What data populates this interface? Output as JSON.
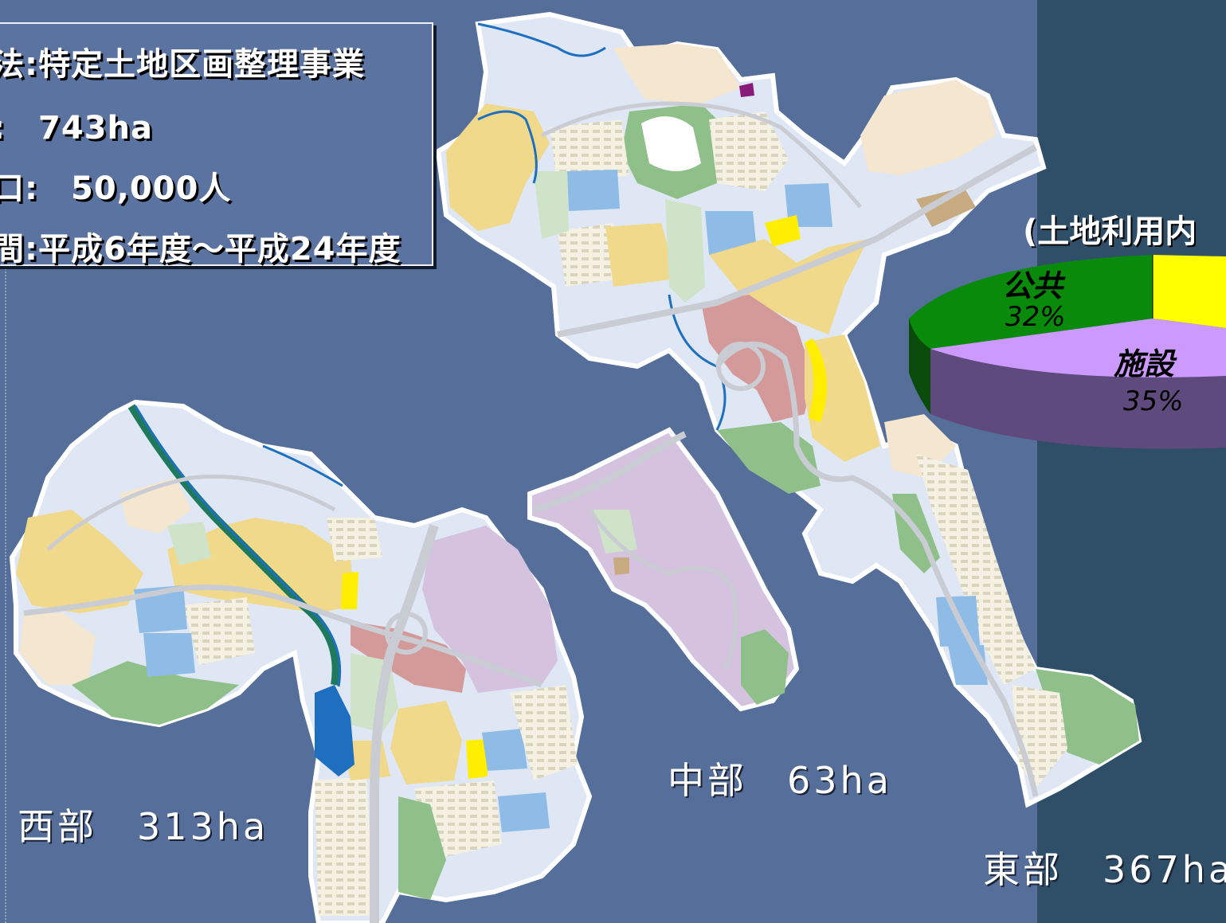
{
  "project_info": {
    "method": "法:特定土地区画整理事業",
    "area": ":　743ha",
    "population": "口:　50,000人",
    "period": "間:平成6年度～平成24年度"
  },
  "districts": {
    "west": "西部　313ha",
    "central": "中部　63ha",
    "east": "東部　367ha"
  },
  "land_use_chart": {
    "title": "(土地利用内",
    "slices": [
      {
        "label": "公共",
        "percent": "32%",
        "color": "#0a8a0a"
      },
      {
        "label": "施設",
        "percent": "35%",
        "color": "#cc99ff"
      },
      {
        "label": "",
        "percent": "",
        "color": "#ffff00"
      }
    ]
  },
  "legend_colors": {
    "residential_low": "#dfe6f4",
    "residential_mid": "#f0d98a",
    "detached_housing": "#f5e6cf",
    "park_green": "#8fc08a",
    "light_green": "#cfe3c8",
    "school": "#8ebce6",
    "commercial": "#d49a9a",
    "facility": "#d4c2df",
    "yellow_facility": "#ffee00",
    "river": "#1e6fc0"
  }
}
